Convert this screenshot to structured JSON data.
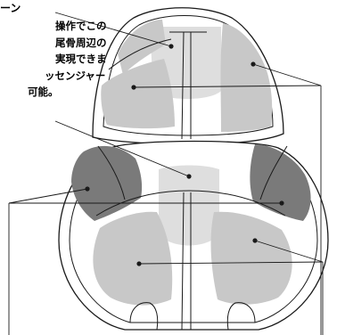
{
  "caption": {
    "title": "ーン",
    "lines": [
      "操作でこの",
      "尾骨周辺の",
      "実現できま",
      "ッセンジャー",
      "可能。"
    ]
  },
  "colors": {
    "outline": "#1a1a1a",
    "zone_light": "#c8c8c8",
    "zone_lighter": "#dedede",
    "zone_dark": "#7a7a7a",
    "background": "#ffffff"
  }
}
